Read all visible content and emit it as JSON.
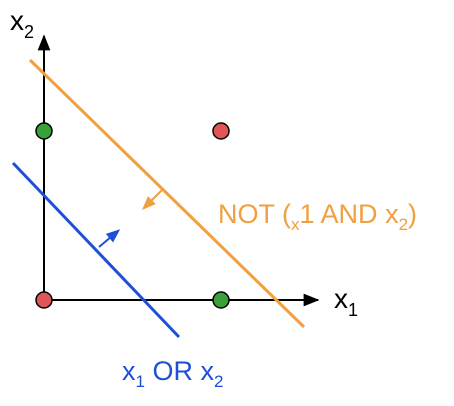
{
  "axes": {
    "x_label": "x",
    "x_subscript": "1",
    "y_label": "x",
    "y_subscript": "2",
    "axis_color": "#000000"
  },
  "points": [
    {
      "name": "point-origin",
      "x1": 0,
      "x2": 0,
      "color": "#e05555"
    },
    {
      "name": "point-x1",
      "x1": 1,
      "x2": 0,
      "color": "#3aa03a"
    },
    {
      "name": "point-x2",
      "x1": 0,
      "x2": 1,
      "color": "#3aa03a"
    },
    {
      "name": "point-both",
      "x1": 1,
      "x2": 1,
      "color": "#e05555"
    }
  ],
  "boundaries": {
    "or": {
      "parts": [
        "x",
        "1",
        " OR ",
        "x",
        "2"
      ],
      "color": "#1f4fd6"
    },
    "nand": {
      "parts": [
        "NOT (",
        "x",
        "1",
        " AND ",
        "x",
        "2",
        ")"
      ],
      "color": "#f0a040"
    }
  }
}
